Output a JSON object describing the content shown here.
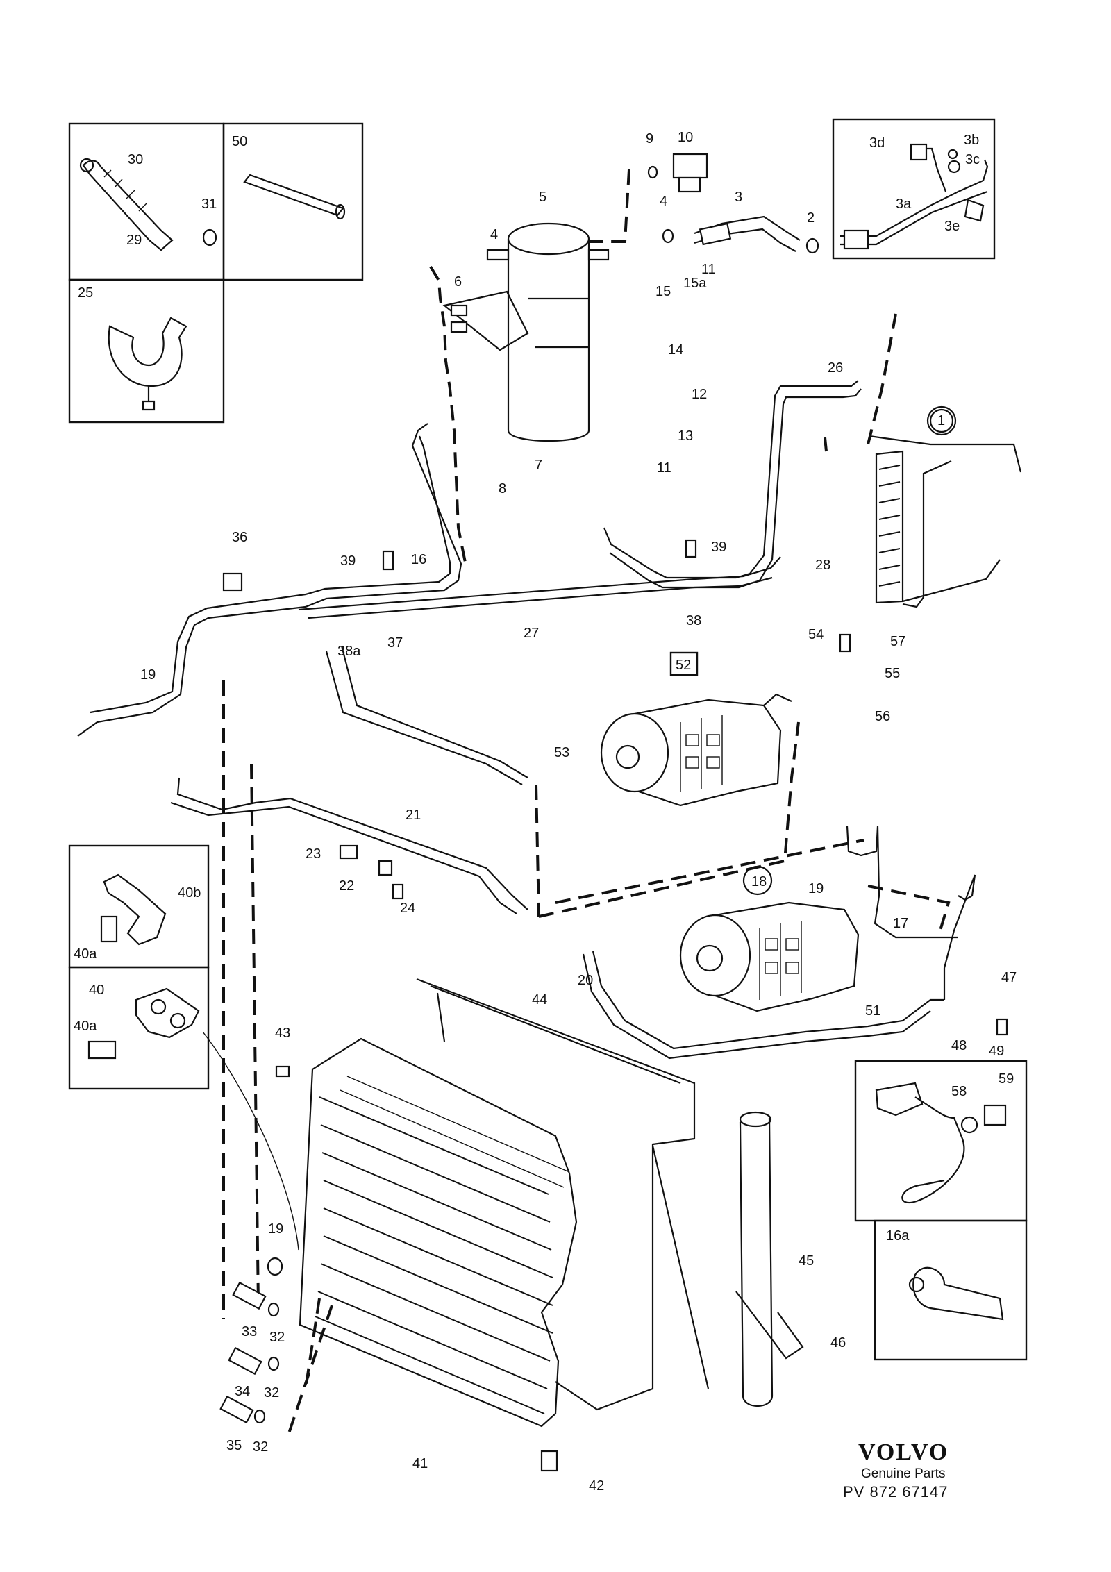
{
  "callouts": {
    "c1": "1",
    "c2": "2",
    "c3": "3",
    "c3a": "3a",
    "c3b": "3b",
    "c3c": "3c",
    "c3d": "3d",
    "c3e": "3e",
    "c4a": "4",
    "c4b": "4",
    "c5": "5",
    "c6": "6",
    "c7": "7",
    "c8": "8",
    "c9": "9",
    "c10": "10",
    "c11a": "11",
    "c11b": "11",
    "c12": "12",
    "c13": "13",
    "c14": "14",
    "c15": "15",
    "c15a": "15a",
    "c16": "16",
    "c16a": "16a",
    "c17": "17",
    "c18": "18",
    "c19a": "19",
    "c19b": "19",
    "c19c": "19",
    "c20": "20",
    "c21": "21",
    "c22": "22",
    "c23": "23",
    "c24": "24",
    "c25": "25",
    "c26": "26",
    "c27": "27",
    "c28": "28",
    "c29": "29",
    "c30": "30",
    "c31": "31",
    "c32a": "32",
    "c32b": "32",
    "c32c": "32",
    "c33": "33",
    "c34": "34",
    "c35": "35",
    "c36": "36",
    "c37": "37",
    "c38": "38",
    "c38a": "38a",
    "c39a": "39",
    "c39b": "39",
    "c40": "40",
    "c40a": "40a",
    "c40a2": "40a",
    "c40b": "40b",
    "c41": "41",
    "c42": "42",
    "c43": "43",
    "c44": "44",
    "c45": "45",
    "c46": "46",
    "c47": "47",
    "c48": "48",
    "c49": "49",
    "c50": "50",
    "c51": "51",
    "c52": "52",
    "c53": "53",
    "c54": "54",
    "c55": "55",
    "c56": "56",
    "c57": "57",
    "c58": "58",
    "c59": "59"
  },
  "branding": {
    "logo": "VOLVO",
    "subtitle": "Genuine Parts",
    "part_code": "PV 872 67147"
  }
}
